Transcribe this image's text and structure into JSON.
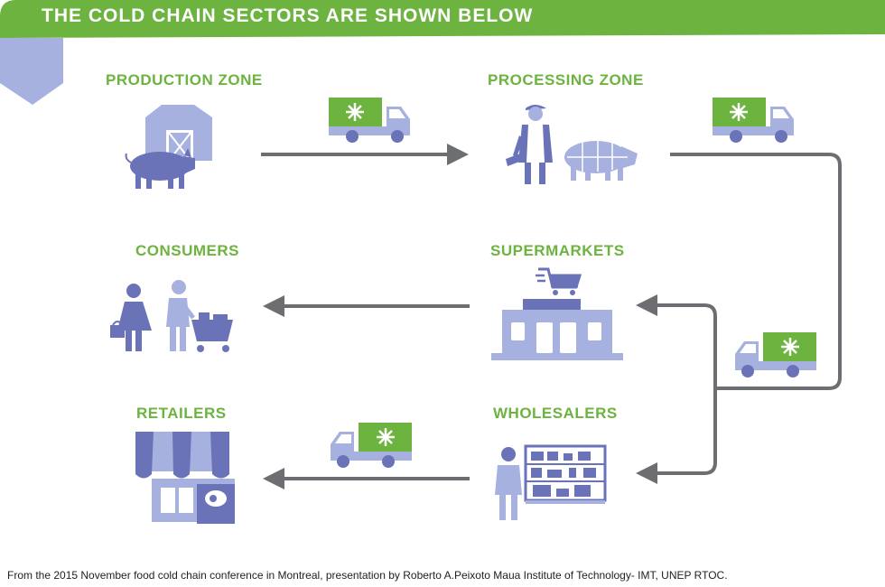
{
  "header": {
    "title": "THE COLD CHAIN SECTORS ARE SHOWN BELOW"
  },
  "sectors": {
    "production": "PRODUCTION ZONE",
    "processing": "PROCESSING ZONE",
    "consumers": "CONSUMERS",
    "supermarkets": "SUPERMARKETS",
    "retailers": "RETAILERS",
    "wholesalers": "WHOLESALERS"
  },
  "icons": {
    "truck": "refrigerated-truck-icon",
    "snowflake": "snowflake-icon",
    "barn": "barn-icon",
    "pig": "pig-icon",
    "butcher": "butcher-icon",
    "supermarket": "supermarket-icon",
    "shopping_cart": "shopping-cart-icon",
    "shoppers": "shoppers-icon",
    "retail_store": "retail-store-icon",
    "warehouse": "warehouse-shelves-icon"
  },
  "colors": {
    "green": "#6db33f",
    "lavender": "#a7b1e0",
    "purple": "#6a73b8",
    "arrow": "#6d6e71"
  },
  "footer": {
    "note": "From the 2015 November food cold chain conference in Montreal, presentation by Roberto A.Peixoto Maua Institute of Technology- IMT, UNEP RTOC."
  }
}
